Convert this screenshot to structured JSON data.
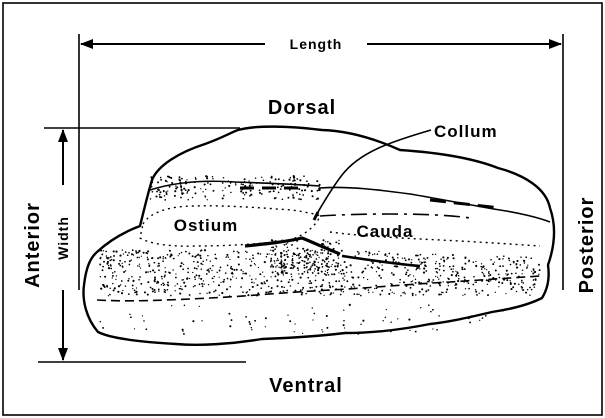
{
  "labels": {
    "length": "Length",
    "dorsal": "Dorsal",
    "ventral": "Ventral",
    "anterior": "Anterior",
    "posterior": "Posterior",
    "width": "Width",
    "collum": "Collum",
    "ostium": "Ostium",
    "cauda": "Cauda"
  }
}
